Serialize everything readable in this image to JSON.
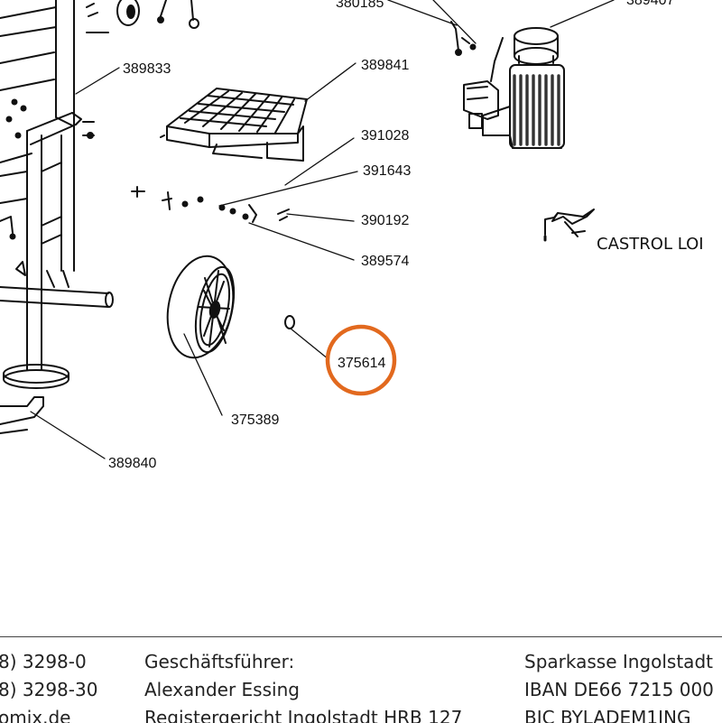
{
  "parts": [
    {
      "id": "lbl-380185",
      "number": "380185"
    },
    {
      "id": "lbl-389833",
      "number": "389833"
    },
    {
      "id": "lbl-389841",
      "number": "389841"
    },
    {
      "id": "lbl-391028",
      "number": "391028"
    },
    {
      "id": "lbl-391643",
      "number": "391643"
    },
    {
      "id": "lbl-390192",
      "number": "390192"
    },
    {
      "id": "lbl-389574",
      "number": "389574"
    },
    {
      "id": "lbl-375614",
      "number": "375614"
    },
    {
      "id": "lbl-375389",
      "number": "375389"
    },
    {
      "id": "lbl-389840",
      "number": "389840"
    },
    {
      "id": "lbl-389407",
      "number": "389407"
    }
  ],
  "castrol_label": "CASTROL LOI",
  "highlight": {
    "color": "#e2691e"
  },
  "footer": {
    "col1": [
      "8) 3298-0",
      "8) 3298-30",
      "omix.de"
    ],
    "col2": [
      "Geschäftsführer:",
      "Alexander Essing",
      "Registergericht Ingolstadt HRB 127"
    ],
    "col3": [
      "Sparkasse Ingolstadt",
      "IBAN DE66 7215 000",
      "BIC BYLADEM1ING"
    ]
  }
}
